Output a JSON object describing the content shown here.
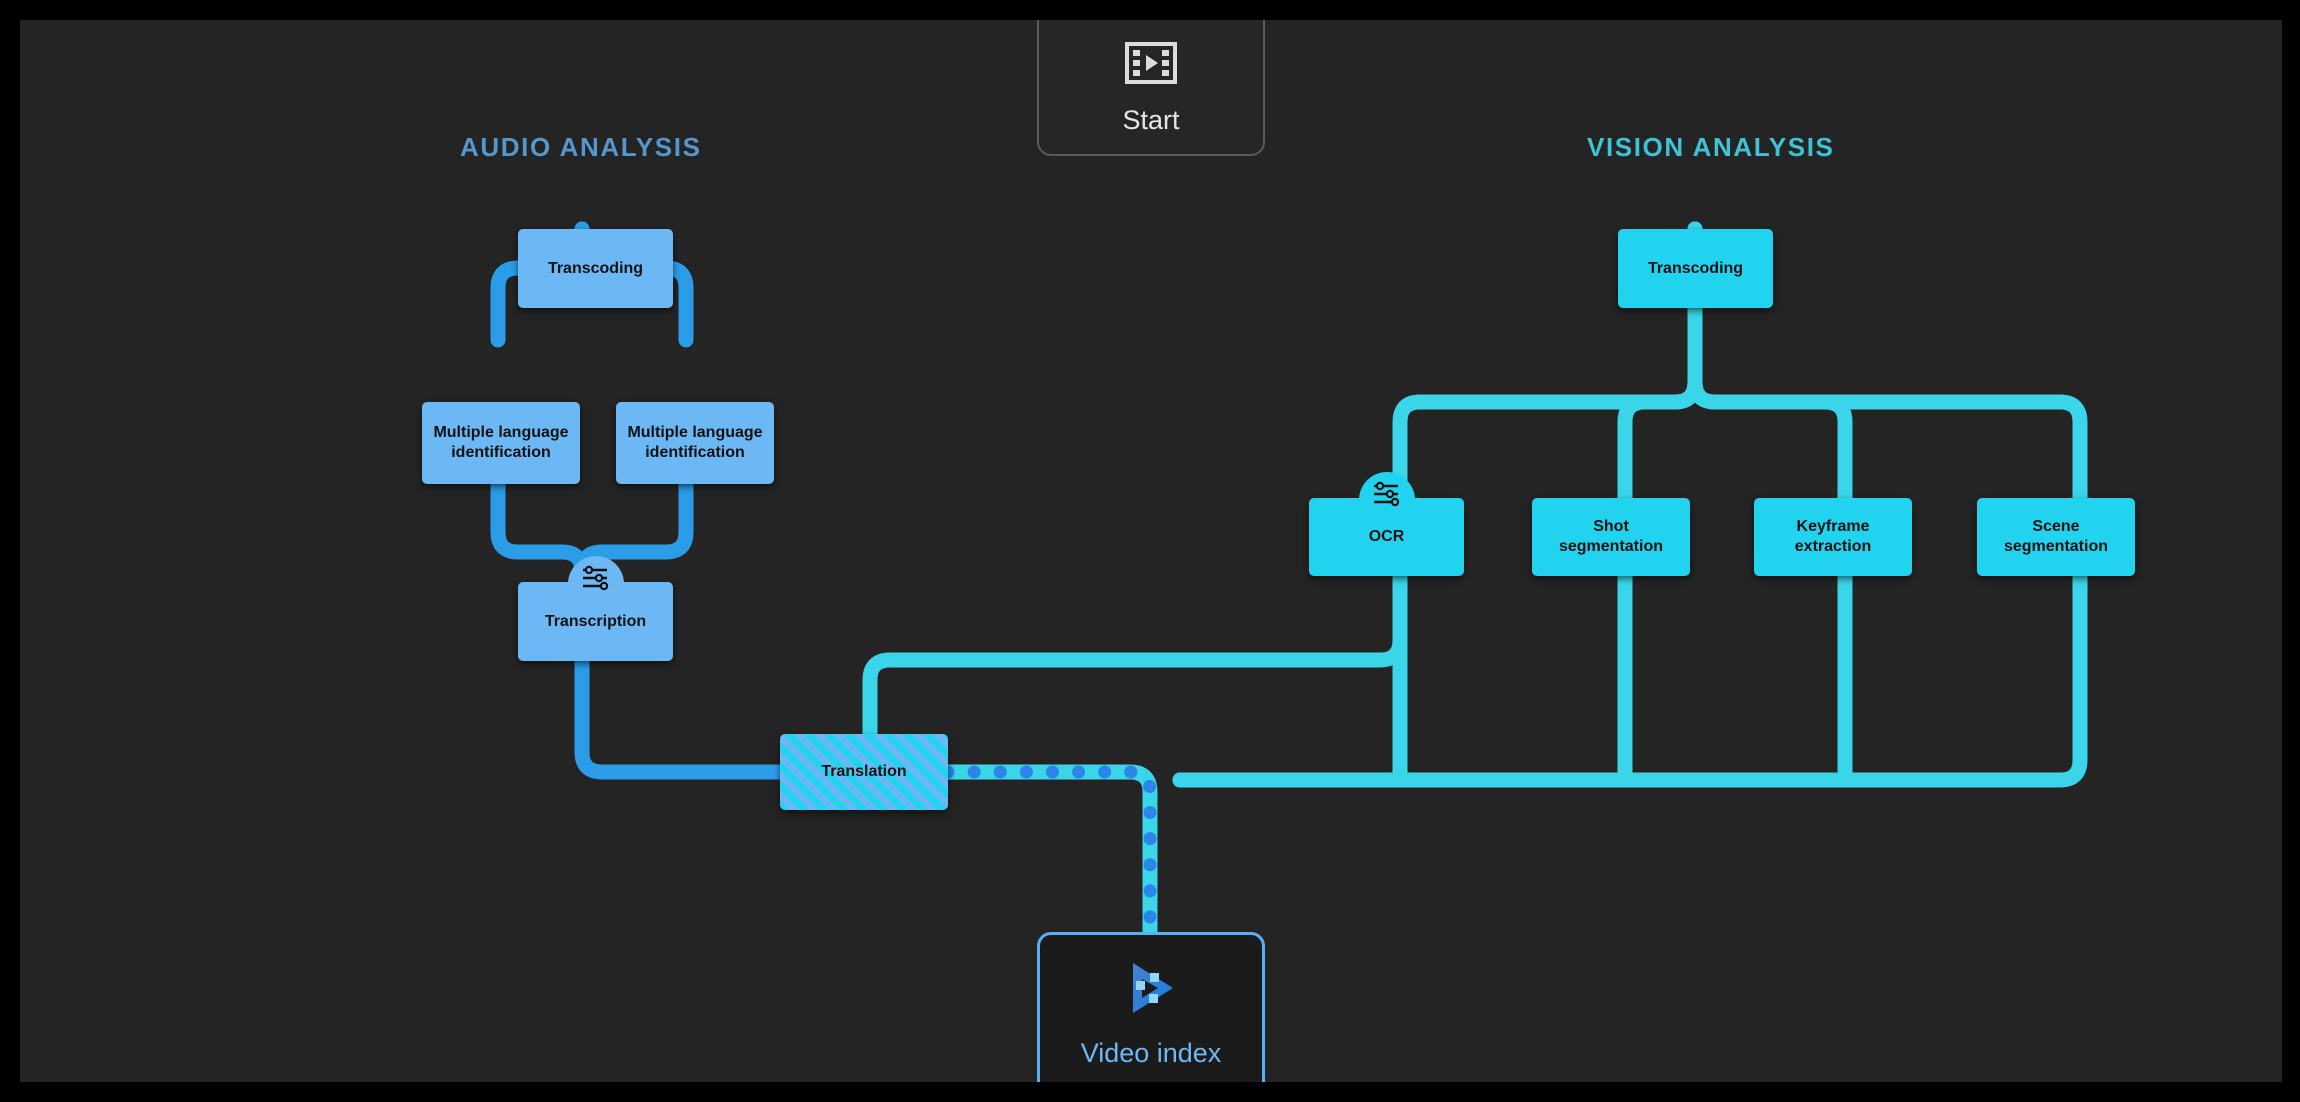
{
  "canvas": {
    "background": "#242424",
    "letterbox": "#000000"
  },
  "colors": {
    "audio_node": "#6cb8f5",
    "audio_edge": "#2b9ce8",
    "vision_node": "#22d3f0",
    "vision_edge": "#3ad5e8",
    "audio_title": "#5596cc",
    "vision_title": "#3ec2d4",
    "card_border": "#5a5a5a",
    "video_index_border": "#5aaef5"
  },
  "sections": {
    "audio": {
      "title": "AUDIO ANALYSIS"
    },
    "vision": {
      "title": "VISION ANALYSIS"
    }
  },
  "start": {
    "label": "Start",
    "icon": "film-strip-play-icon"
  },
  "nodes": {
    "audio_transcoding": {
      "label": "Transcoding"
    },
    "audio_lang_left": {
      "label": "Multiple language identification"
    },
    "audio_lang_right": {
      "label": "Multiple language identification"
    },
    "transcription": {
      "label": "Transcription",
      "badge": "settings-sliders-icon"
    },
    "translation": {
      "label": "Translation"
    },
    "vision_transcoding": {
      "label": "Transcoding"
    },
    "ocr": {
      "label": "OCR",
      "badge": "settings-sliders-icon"
    },
    "shot_segmentation": {
      "label": "Shot segmentation"
    },
    "keyframe_extraction": {
      "label": "Keyframe extraction"
    },
    "scene_segmentation": {
      "label": "Scene segmentation"
    }
  },
  "video_index": {
    "label": "Video index",
    "icon": "video-indexer-play-logo"
  }
}
